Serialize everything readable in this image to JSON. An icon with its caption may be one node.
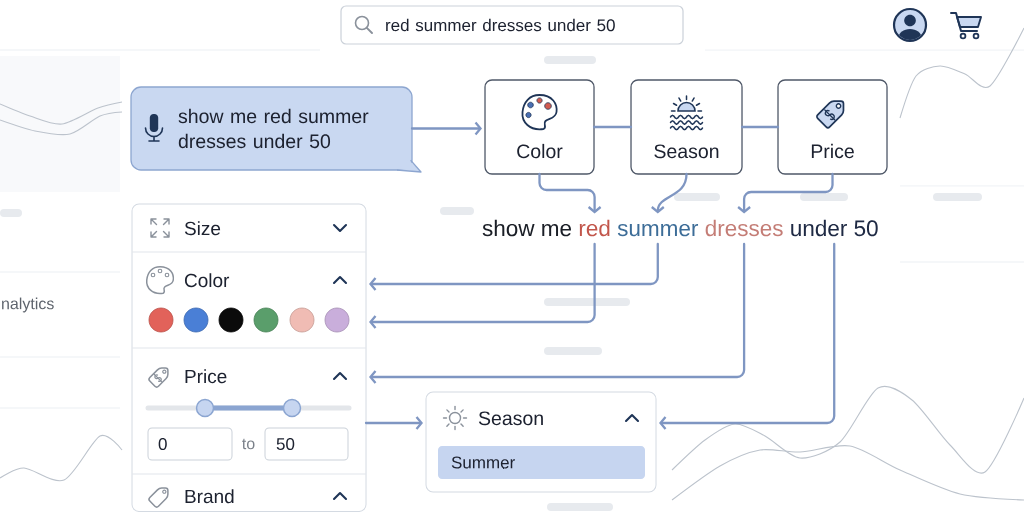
{
  "diagram": {
    "nodes": [
      {
        "text": [
          "red summer dresses under 50"
        ]
      },
      {
        "text": [
          "show me red summer dresses under 50"
        ]
      },
      {
        "text": [
          "Color"
        ]
      },
      {
        "text": [
          "Season"
        ]
      },
      {
        "text": [
          "Price"
        ]
      },
      {
        "text": [
          "red"
        ]
      },
      {
        "text": [
          "summer"
        ]
      },
      {
        "text": [
          "dresses"
        ]
      },
      {
        "text": [
          "under 50"
        ]
      },
      {
        "text": [],
        "shape": "box"
      },
      {
        "text": [
          "Size"
        ],
        "in": 9
      },
      {
        "text": [
          "Color"
        ],
        "in": 9
      },
      {
        "text": [
          "Price",
          "to"
        ],
        "in": 9
      },
      {
        "text": [
          "0"
        ],
        "in": 12
      },
      {
        "text": [
          "50"
        ],
        "in": 12
      },
      {
        "text": [
          "Brand"
        ],
        "in": 9
      },
      {
        "text": [
          "Season"
        ]
      },
      {
        "text": [
          "Summer"
        ],
        "in": 16
      }
    ],
    "edges": [
      {
        "from": 1,
        "to": 2,
        "arrow": "to"
      },
      {
        "from": 2,
        "to": 3,
        "arrow": "none"
      },
      {
        "from": 3,
        "to": 4,
        "arrow": "none"
      },
      {
        "from": 2,
        "to": 5,
        "arrow": "to"
      },
      {
        "from": 3,
        "to": 6,
        "arrow": "to"
      },
      {
        "from": 4,
        "to": 7,
        "arrow": "to"
      },
      {
        "from": 6,
        "to": 11,
        "arrow": "to"
      },
      {
        "from": 5,
        "to": 11,
        "arrow": "to"
      },
      {
        "from": 7,
        "to": 12,
        "arrow": "to"
      },
      {
        "from": 8,
        "to": 16,
        "arrow": "to"
      },
      {
        "from": 12,
        "to": 16,
        "arrow": "to"
      }
    ],
    "labels": [
      "show me",
      "nalytics"
    ]
  }
}
